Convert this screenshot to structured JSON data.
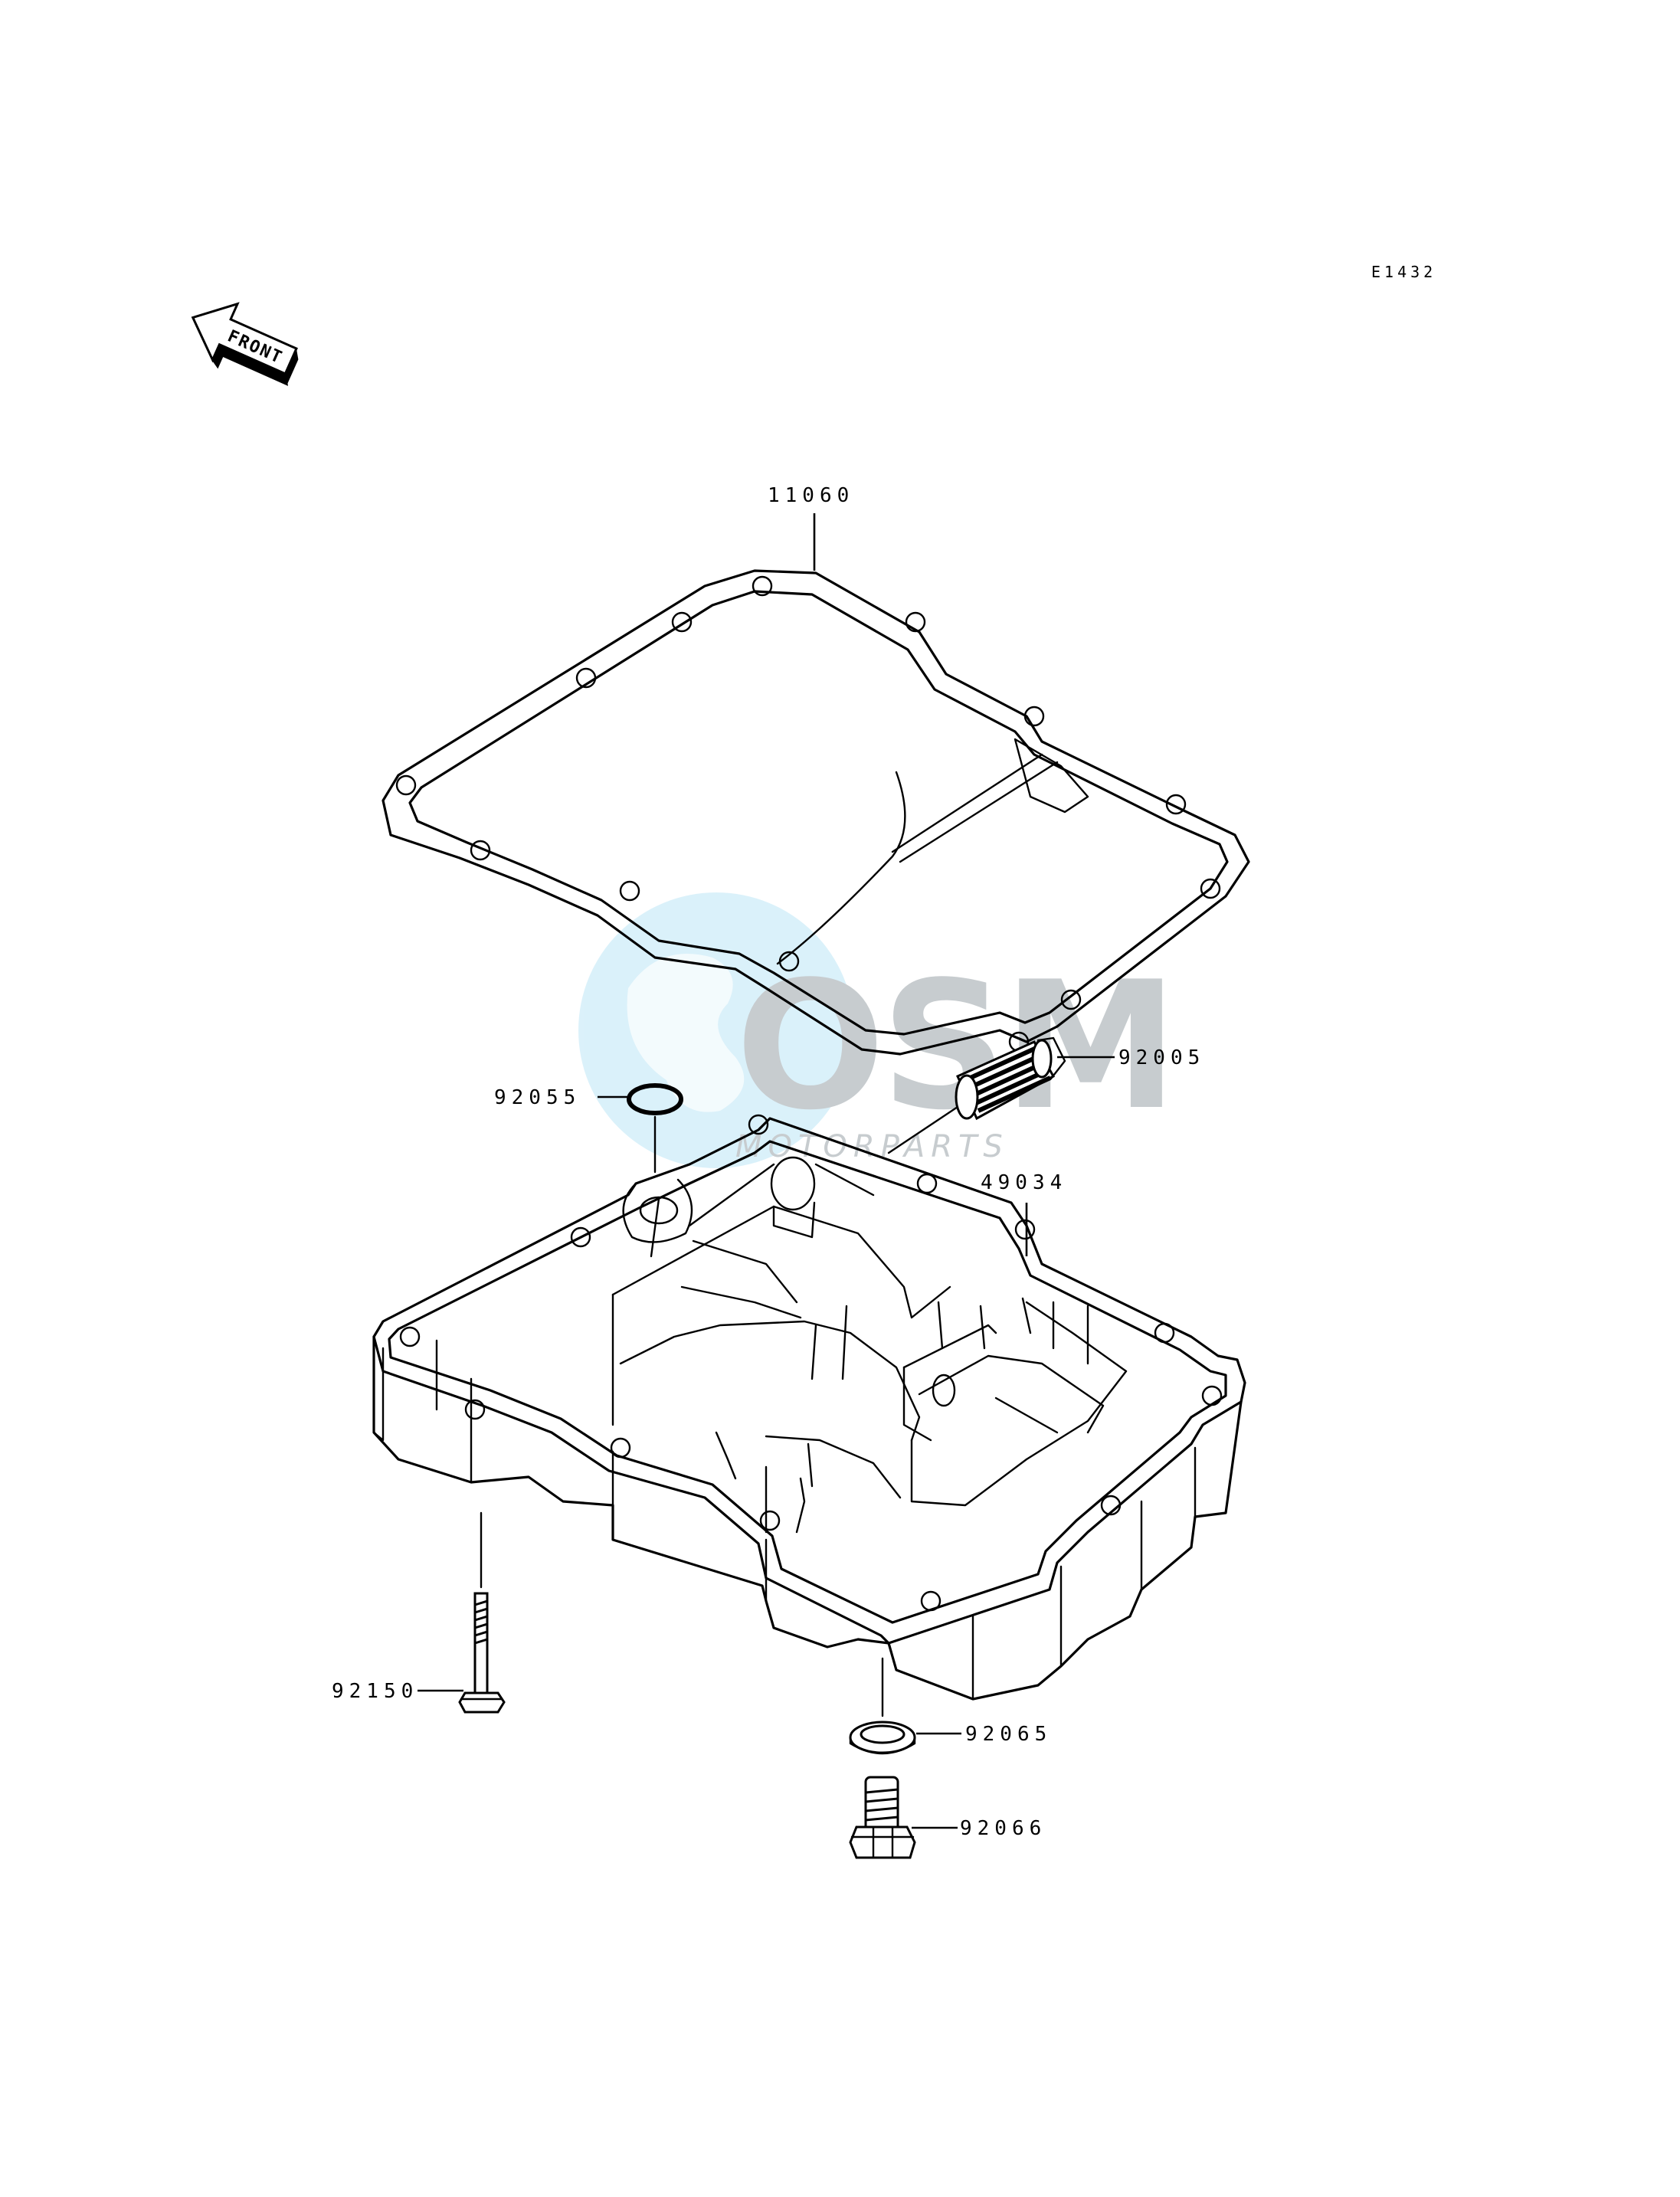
{
  "diagram_code": "E1432",
  "front_arrow": {
    "text": "FRONT",
    "icon": "front-arrow-icon"
  },
  "watermark": {
    "brand": "OSM",
    "subtitle": "MOTORPARTS",
    "color": "#8fd3ef"
  },
  "parts": [
    {
      "number": "11060"
    },
    {
      "number": "92005"
    },
    {
      "number": "92055"
    },
    {
      "number": "49034"
    },
    {
      "number": "92150"
    },
    {
      "number": "92065"
    },
    {
      "number": "92066"
    }
  ]
}
